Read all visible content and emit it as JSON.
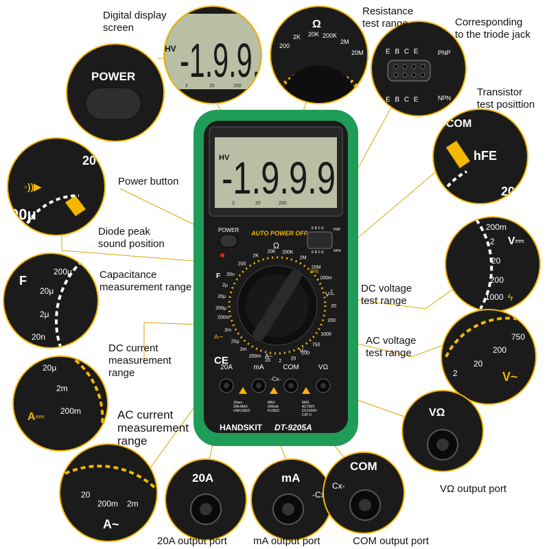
{
  "labels": {
    "display": "Digital display\nscreen",
    "resistance": "Resistance\ntest range",
    "triode": "Corresponding\nto the triode jack",
    "transistor": "Transistor\ntest posittion",
    "power": "Power button",
    "diode": "Diode peak\nsound position",
    "capacitance": "Capacitance\nmeasurement range",
    "dc_voltage": "DC voltage\ntest range",
    "dc_current": "DC current\nmeasurement\nrange",
    "ac_voltage": "AC voltage\ntest range",
    "ac_current": "AC current\nmeasurement\nrange",
    "vohm_port": "VΩ output port",
    "port_20a": "20A output port",
    "port_ma": "mA output port",
    "port_com": "COM output port"
  },
  "meter": {
    "brand": "HANDSKIT",
    "model": "DT-9205A",
    "auto_power_off": "AUTO POWER OFF",
    "power_label": "POWER",
    "display_value": "-1.9.9.9",
    "display_hv": "HV",
    "display_scale": [
      "2",
      "20",
      "200"
    ],
    "jack_labels": [
      "20A",
      "mA",
      "COM",
      "VΩ"
    ],
    "cx_label": "Cx",
    "fuse_notes": [
      "10sec\n20A MAX\nUNFUSED",
      "MAX\n200mA\nFUSED",
      "MAX\nAC750V\nDC1000V\nCAT II"
    ],
    "ohm_symbol": "Ω",
    "ohm_ranges": [
      "200",
      "2K",
      "20K",
      "200K",
      "2M",
      "20M"
    ],
    "hfe": "hFE",
    "dcv_ranges": [
      "200m",
      "2",
      "20",
      "200",
      "1000"
    ],
    "acv_ranges": [
      "750",
      "200",
      "20",
      "2"
    ],
    "acv_symbol": "V~",
    "dcv_symbol": "V⎓",
    "aca_ranges": [
      "20",
      "200m",
      "2m"
    ],
    "aca_symbol": "A~",
    "dca_ranges": [
      "20μ",
      "2m",
      "200m"
    ],
    "dca_symbol": "A⎓",
    "cap_ranges": [
      "200μ",
      "20μ",
      "2μ",
      "20n"
    ],
    "cap_symbol": "F",
    "pnp": "PNP",
    "npn": "NPN",
    "ebce": "E B C E"
  },
  "colors": {
    "body_green": "#1f9c57",
    "panel_black": "#1b1b1b",
    "lcd": "#b9bfa4",
    "accent_yellow": "#f5b800",
    "leader_line": "#e0a200"
  }
}
